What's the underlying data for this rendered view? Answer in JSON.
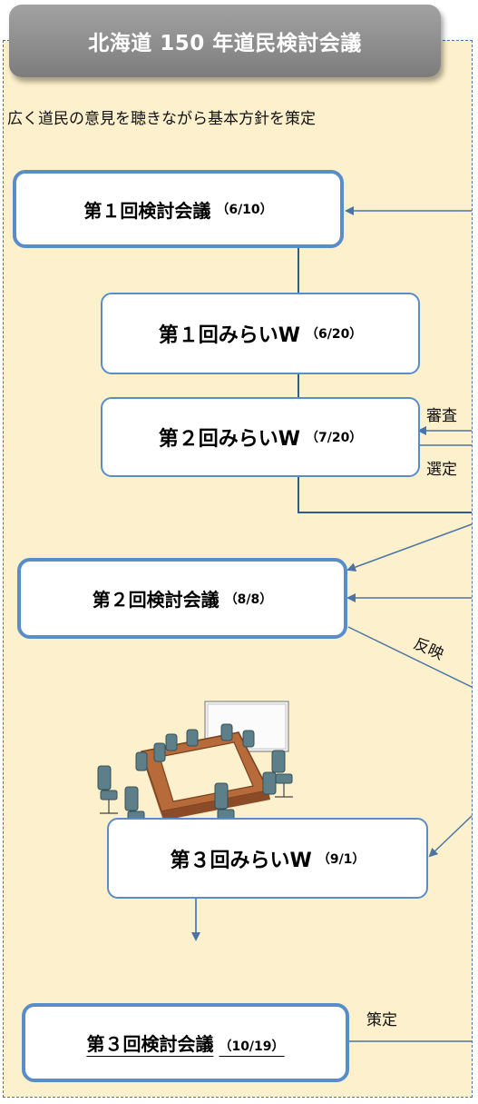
{
  "title": "北海道 150 年道民検討会議",
  "subtitle": "広く道民の意見を聴きながら基本方針を策定",
  "boxes": {
    "kentou1": {
      "main": "第１回検討会議",
      "date": "（6/10）"
    },
    "mirai1": {
      "main": "第１回みらいW",
      "date": "（6/20）"
    },
    "mirai2": {
      "main": "第２回みらいW",
      "date": "（7/20）"
    },
    "kentou2": {
      "main": "第２回検討会議",
      "date": "（8/8）"
    },
    "mirai3": {
      "main": "第３回みらいW",
      "date": "（9/1）"
    },
    "kentou3": {
      "main": "第３回検討会議",
      "date": "（10/19）"
    }
  },
  "labels": {
    "shinsa": "審査",
    "sentei": "選定",
    "hanei": "反映",
    "sakutei": "策定"
  },
  "colors": {
    "panel": "#fdf0cc",
    "border": "#4a74a6",
    "box_border": "#5a8dc8",
    "header": "#8e8e8e"
  },
  "icons": {
    "meeting": "conference-table-illustration"
  }
}
